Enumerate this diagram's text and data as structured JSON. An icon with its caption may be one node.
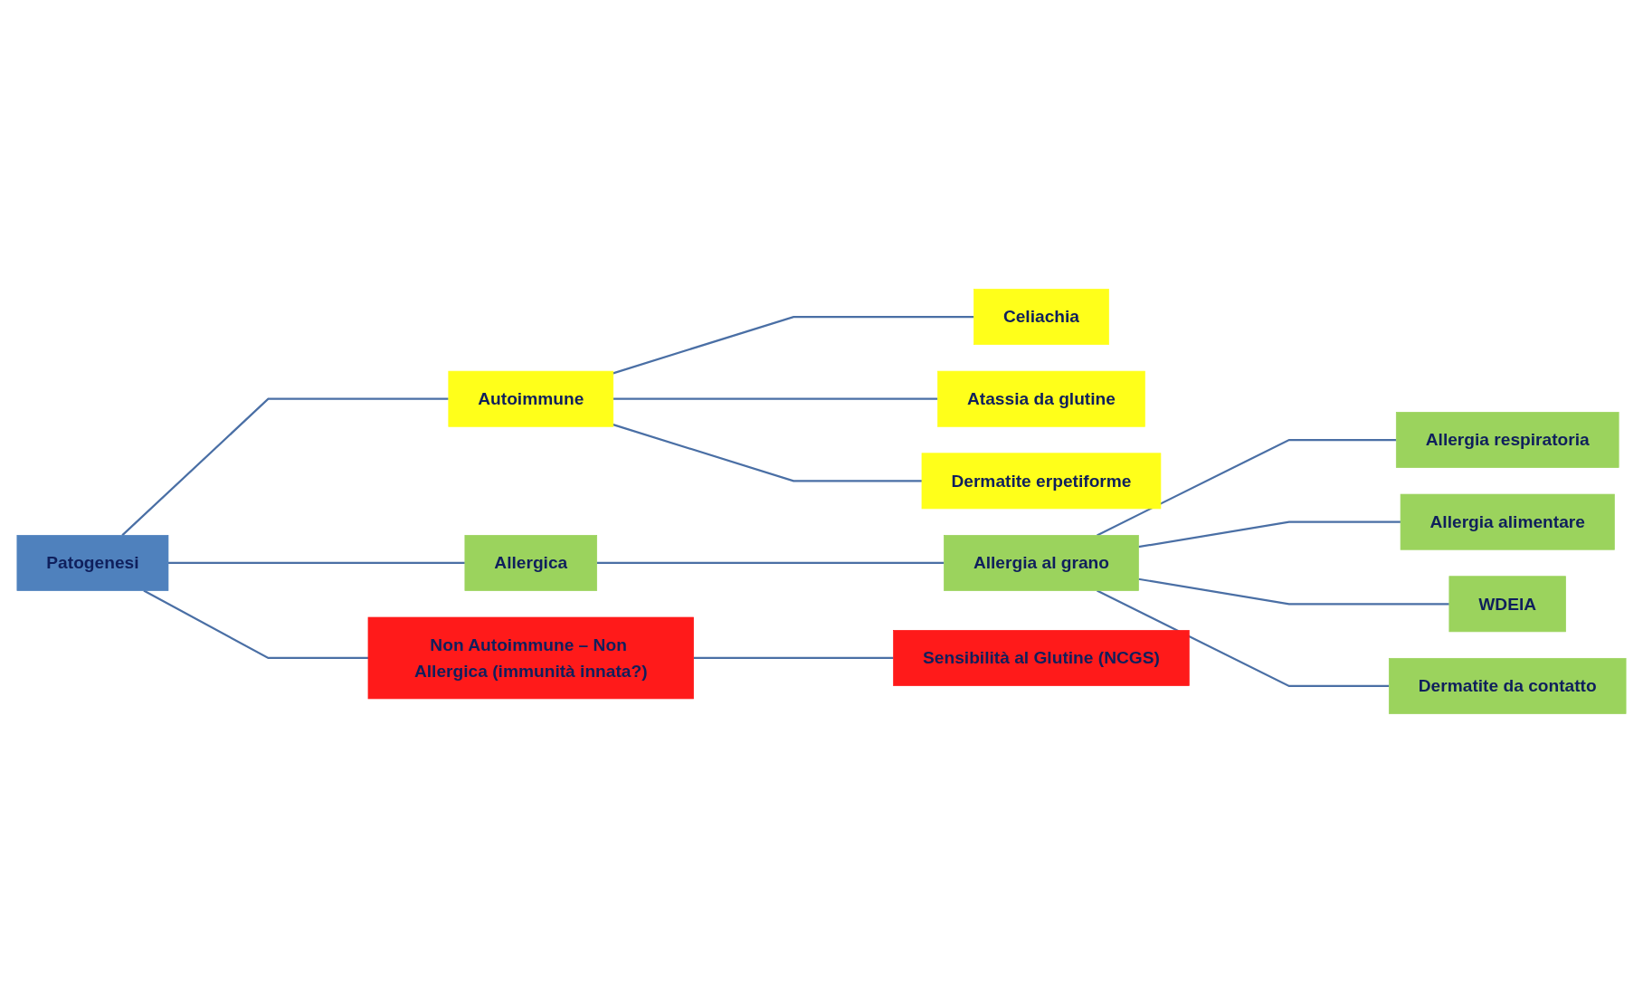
{
  "diagram": {
    "nodes": [
      {
        "text": [
          "Patogenesi"
        ]
      },
      {
        "text": [
          "Autoimmune"
        ]
      },
      {
        "text": [
          "Celiachia"
        ]
      },
      {
        "text": [
          "Atassia da glutine"
        ]
      },
      {
        "text": [
          "Dermatite erpetiforme"
        ]
      },
      {
        "text": [
          "Allergica"
        ]
      },
      {
        "text": [
          "Allergia al grano"
        ]
      },
      {
        "text": [
          "Allergia respiratoria"
        ]
      },
      {
        "text": [
          "Allergia alimentare"
        ]
      },
      {
        "text": [
          "WDEIA"
        ]
      },
      {
        "text": [
          "Dermatite da contatto"
        ]
      },
      {
        "text": [
          "Non Autoimmune – Non Allergica (immunità innata?)"
        ]
      },
      {
        "text": [
          "Sensibilità al Glutine (NCGS)"
        ]
      }
    ],
    "edges": [
      {
        "from": 0,
        "to": 1,
        "arrow": "none"
      },
      {
        "from": 0,
        "to": 5,
        "arrow": "none"
      },
      {
        "from": 0,
        "to": 11,
        "arrow": "none"
      },
      {
        "from": 1,
        "to": 2,
        "arrow": "none"
      },
      {
        "from": 1,
        "to": 3,
        "arrow": "none"
      },
      {
        "from": 1,
        "to": 4,
        "arrow": "none"
      },
      {
        "from": 5,
        "to": 6,
        "arrow": "none"
      },
      {
        "from": 6,
        "to": 7,
        "arrow": "none"
      },
      {
        "from": 6,
        "to": 8,
        "arrow": "none"
      },
      {
        "from": 6,
        "to": 9,
        "arrow": "none"
      },
      {
        "from": 6,
        "to": 10,
        "arrow": "none"
      },
      {
        "from": 11,
        "to": 12,
        "arrow": "none"
      }
    ]
  }
}
